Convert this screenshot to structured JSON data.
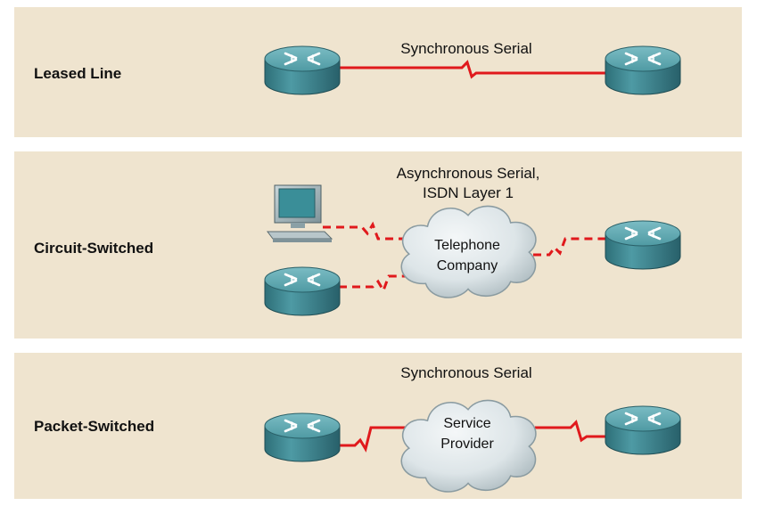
{
  "rows": [
    {
      "label": "Leased Line",
      "caption": "Synchronous Serial"
    },
    {
      "label": "Circuit-Switched",
      "caption_line1": "Asynchronous Serial,",
      "caption_line2": "ISDN Layer 1",
      "cloud_line1": "Telephone",
      "cloud_line2": "Company"
    },
    {
      "label": "Packet-Switched",
      "caption": "Synchronous Serial",
      "cloud_line1": "Service",
      "cloud_line2": "Provider"
    }
  ],
  "colors": {
    "panel": "#efe4cf",
    "link": "#e0191c",
    "router": "#3d8a94",
    "cloud": "#dbe3e6"
  },
  "icons": [
    "router-icon",
    "pc-icon",
    "cloud-icon"
  ]
}
